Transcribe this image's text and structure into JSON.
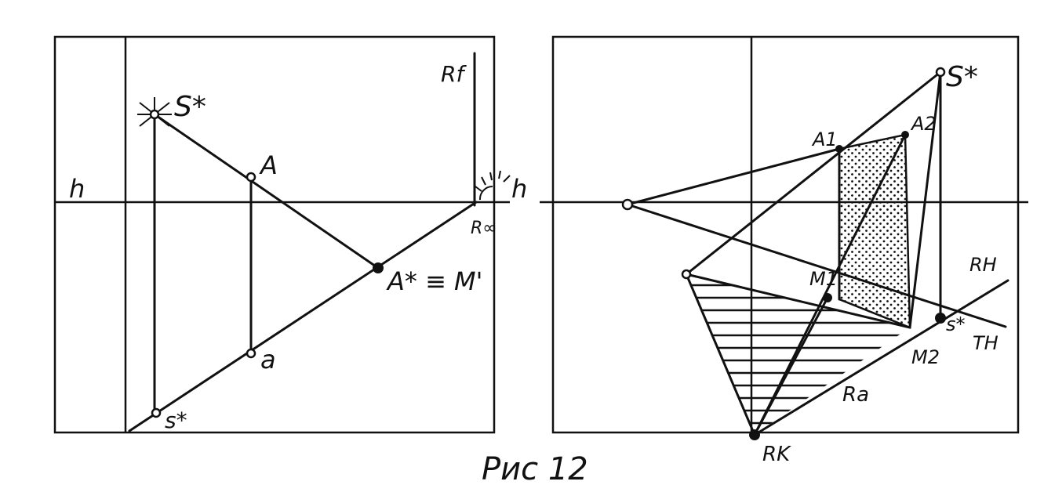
{
  "caption": "Рис 12",
  "left_panel": {
    "labels": {
      "S_star": "S*",
      "A": "A",
      "h_left": "h",
      "h_right": "h",
      "R_f": "Rf",
      "R_inf": "R∞",
      "A_star_M": "A* ≡ M'",
      "a": "a",
      "s_star": "s*"
    }
  },
  "right_panel": {
    "labels": {
      "S_star": "S*",
      "A1": "A1",
      "A2": "A2",
      "M1": "M1",
      "M2": "M2",
      "R_H": "RH",
      "T_H": "TH",
      "s_star": "s*",
      "R_a": "Ra",
      "R_K": "RK"
    }
  }
}
